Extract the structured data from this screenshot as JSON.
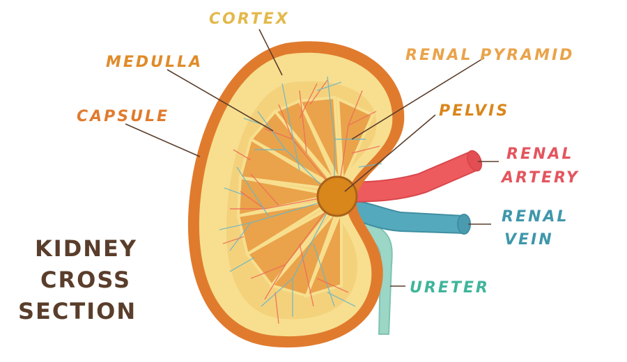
{
  "diagram": {
    "title_lines": [
      "KIDNEY",
      "CROSS",
      "SECTION"
    ],
    "labels": {
      "cortex": "CORTEX",
      "medulla": "MEDULLA",
      "capsule": "CAPSULE",
      "renal_pyramid": "RENAL PYRAMID",
      "pelvis": "PELVIS",
      "renal_artery_line1": "RENAL",
      "renal_artery_line2": "ARTERY",
      "renal_vein_line1": "RENAL",
      "renal_vein_line2": "VEIN",
      "ureter": "URETER"
    },
    "colors": {
      "capsule": "#e07b2e",
      "cortex": "#f7df8f",
      "medulla": "#eaa34a",
      "pelvis": "#d9861a",
      "artery": "#ee5b5e",
      "vein": "#55a9bc",
      "ureter": "#9bd6c6",
      "label_orange": "#e08b2a",
      "label_gold": "#e3b94a",
      "label_red": "#e4555f",
      "label_teal": "#3f97ab",
      "label_green": "#3fb59a",
      "title": "#5a3d2b"
    }
  }
}
